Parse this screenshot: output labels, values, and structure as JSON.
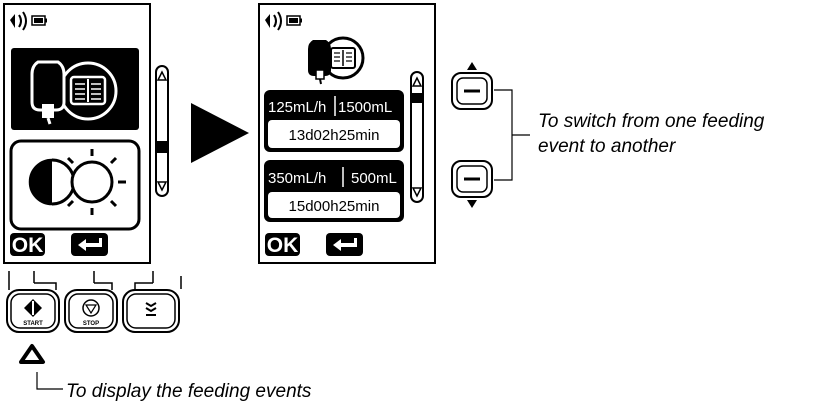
{
  "left_screen": {
    "ok_label": "OK",
    "menu_items": [
      "feeding-history-icon",
      "brightness-icon"
    ],
    "status_icons": [
      "speaker-icon",
      "battery-icon"
    ]
  },
  "right_screen": {
    "ok_label": "OK",
    "header_icon": "feeding-history-icon",
    "events": [
      {
        "rate": "125mL/h",
        "volume": "1500mL",
        "duration": "13d02h25min"
      },
      {
        "rate": "350mL/h",
        "volume": "500mL",
        "duration": "15d00h25min"
      }
    ]
  },
  "keypad": {
    "start_label": "START",
    "stop_label": "STOP",
    "icons": [
      "start-icon",
      "stop-icon",
      "prime-icon"
    ]
  },
  "annotations": {
    "switch_line1": "To switch from one feeding",
    "switch_line2": "event to another",
    "display_events": "To display the feeding events"
  }
}
